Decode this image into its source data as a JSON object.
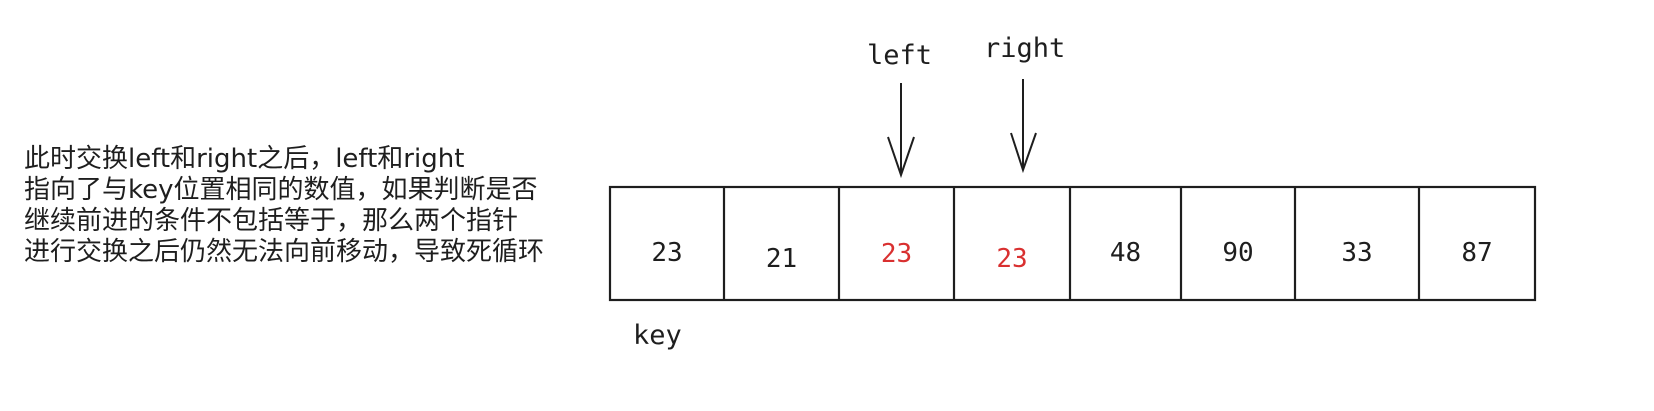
{
  "explanation": [
    "此时交换left和right之后，left和right",
    "指向了与key位置相同的数值，如果判断是否",
    "继续前进的条件不包括等于，那么两个指针",
    "进行交换之后仍然无法向前移动，导致死循环"
  ],
  "pointers": {
    "left": "left",
    "right": "right",
    "key": "key"
  },
  "array": {
    "values": [
      "23",
      "21",
      "23",
      "23",
      "48",
      "90",
      "33",
      "87"
    ],
    "highlight_indices": [
      2,
      3
    ],
    "left_index": 2,
    "right_index": 3,
    "key_index": 0
  },
  "colors": {
    "normal": "#1e1e1e",
    "highlight": "#d93030",
    "border": "#1e1e1e"
  }
}
